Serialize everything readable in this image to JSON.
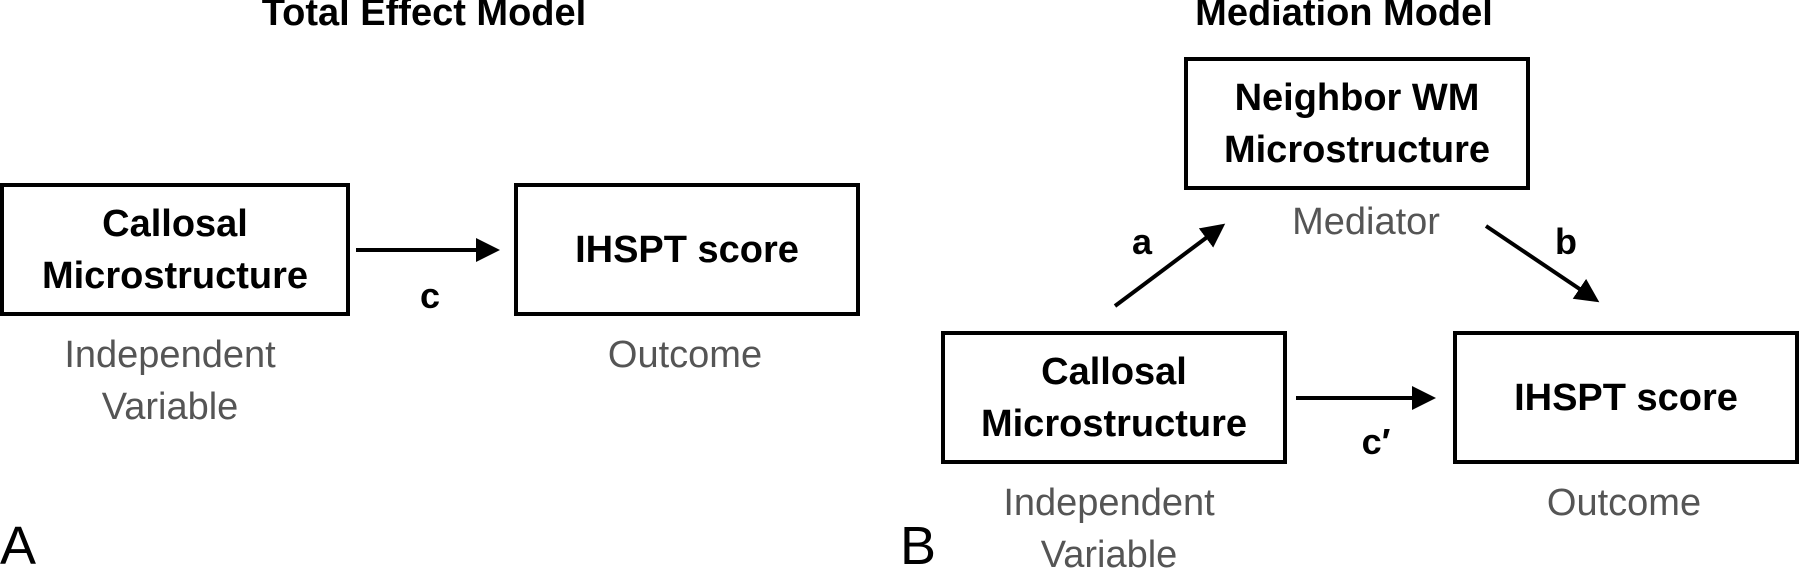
{
  "panel_a": {
    "title": "Total Effect Model",
    "letter": "A",
    "independent_box": [
      "Callosal",
      "Microstructure"
    ],
    "independent_caption": [
      "Independent",
      "Variable"
    ],
    "outcome_box": "IHSPT score",
    "outcome_caption": "Outcome",
    "path_c": "c"
  },
  "panel_b": {
    "title": "Mediation Model",
    "letter": "B",
    "mediator_box": [
      "Neighbor WM",
      "Microstructure"
    ],
    "mediator_caption": "Mediator",
    "independent_box": [
      "Callosal",
      "Microstructure"
    ],
    "independent_caption": [
      "Independent",
      "Variable"
    ],
    "outcome_box": "IHSPT score",
    "outcome_caption": "Outcome",
    "path_a": "a",
    "path_b": "b",
    "path_c_prime": "c′"
  }
}
